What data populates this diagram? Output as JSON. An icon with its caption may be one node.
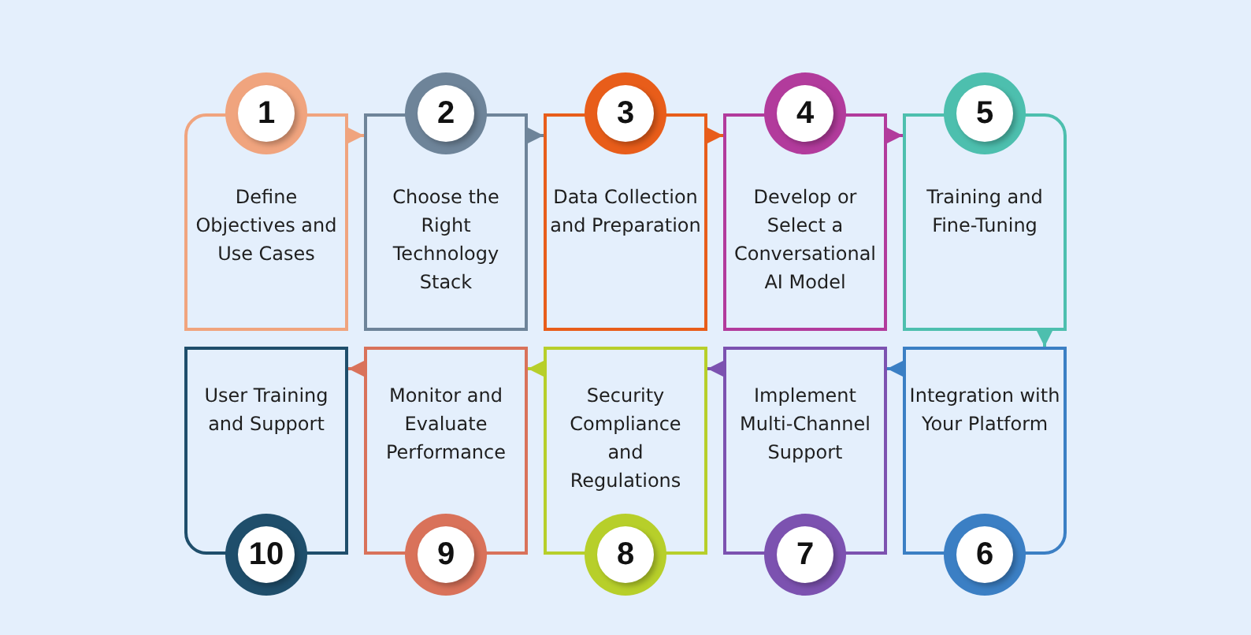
{
  "diagram": {
    "nodes": [
      {
        "text": [
          "1",
          "Define Objectives and Use Cases"
        ]
      },
      {
        "text": [
          "2",
          "Choose the Right Technology Stack"
        ]
      },
      {
        "text": [
          "3",
          "Data Collection and Preparation"
        ]
      },
      {
        "text": [
          "4",
          "Develop or Select a Conversational AI Model"
        ]
      },
      {
        "text": [
          "5",
          "Training and Fine-Tuning"
        ]
      },
      {
        "text": [
          "Integration with Your Platform",
          "6"
        ]
      },
      {
        "text": [
          "Implement Multi-Channel Support",
          "7"
        ]
      },
      {
        "text": [
          "Security Compliance and Regulations",
          "8"
        ]
      },
      {
        "text": [
          "Monitor and Evaluate Performance",
          "9"
        ]
      },
      {
        "text": [
          "User Training and Support",
          "10"
        ]
      }
    ],
    "edges": [
      {
        "from": 0,
        "to": 1,
        "arrow": "to",
        "color": "#f0a47e"
      },
      {
        "from": 1,
        "to": 2,
        "arrow": "to",
        "color": "#6e8499"
      },
      {
        "from": 2,
        "to": 3,
        "arrow": "to",
        "color": "#e85d1a"
      },
      {
        "from": 3,
        "to": 4,
        "arrow": "to",
        "color": "#b23b9c"
      },
      {
        "from": 4,
        "to": 5,
        "arrow": "to",
        "color": "#4dbfae"
      },
      {
        "from": 5,
        "to": 6,
        "arrow": "to",
        "color": "#3b7fc4"
      },
      {
        "from": 6,
        "to": 7,
        "arrow": "to",
        "color": "#7c52b0"
      },
      {
        "from": 7,
        "to": 8,
        "arrow": "to",
        "color": "#b7cf2a"
      },
      {
        "from": 8,
        "to": 9,
        "arrow": "to",
        "color": "#d9725a"
      }
    ]
  }
}
